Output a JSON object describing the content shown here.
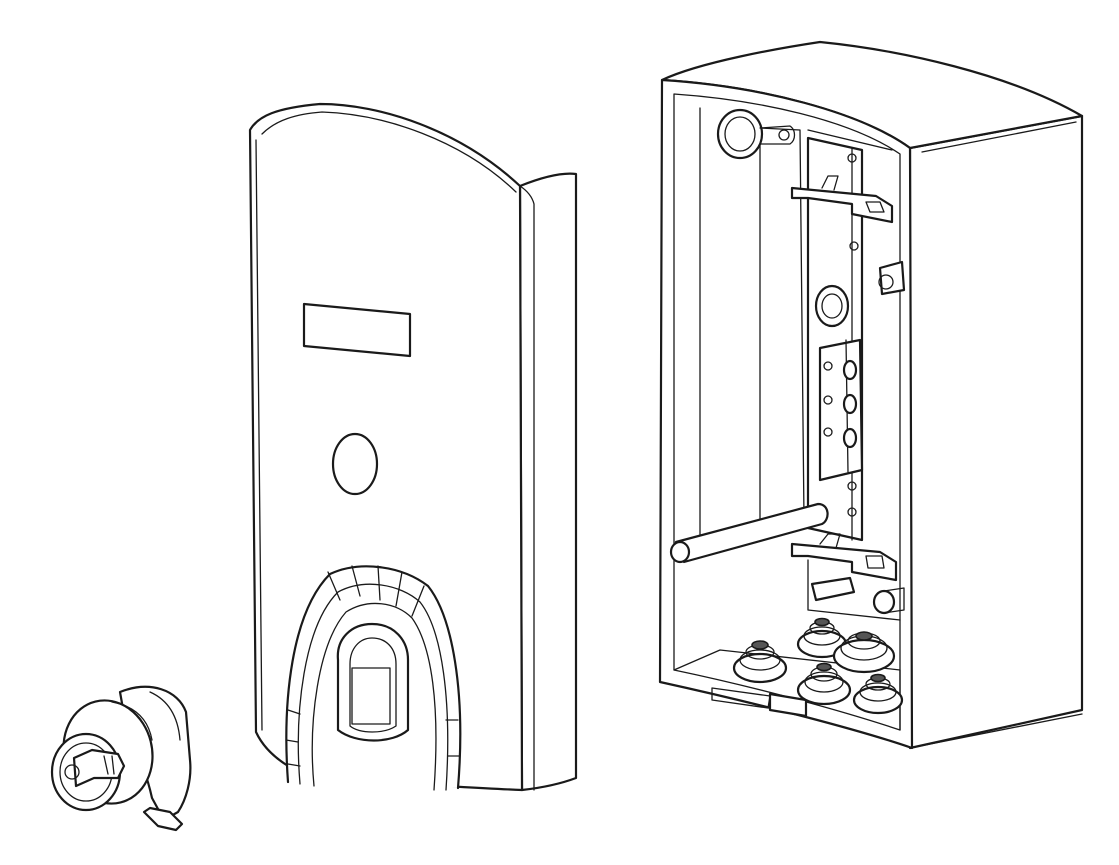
{
  "figure": {
    "parts": [
      "key-lock-cylinder",
      "front-cover",
      "rear-housing"
    ],
    "colors": {
      "line": "#1a1a1a",
      "fill": "#ffffff",
      "shade": "#d9d9d9"
    },
    "gland_counts": {
      "rear_housing": 5
    },
    "mount_holes": {
      "terminal_strip": 3,
      "backplate": 4
    }
  }
}
